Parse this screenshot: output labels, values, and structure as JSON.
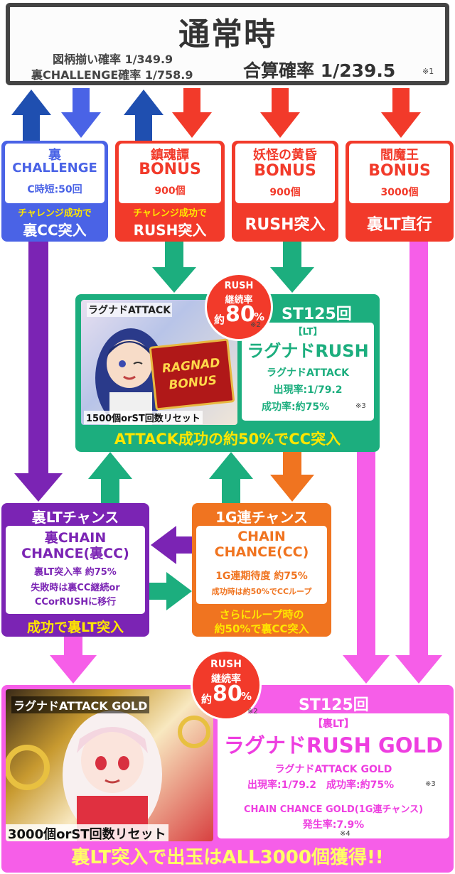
{
  "top": {
    "title": "通常時",
    "line1": "図柄揃い確率 1/349.9",
    "line2": "裏CHALLENGE確率 1/758.9",
    "combined": "合算確率 1/239.5",
    "note": "※1"
  },
  "boxes": {
    "challenge": {
      "line1": "裏",
      "line2": "CHALLENGE",
      "line3": "C時短:50回",
      "footer1": "チャレンジ成功で",
      "footer2": "裏CC突入"
    },
    "chinkon": {
      "line1": "鎮魂譚",
      "line2": "BONUS",
      "line3": "900個",
      "footer1": "チャレンジ成功で",
      "footer2": "RUSH突入"
    },
    "youkai": {
      "line1": "妖怪の黄昏",
      "line2": "BONUS",
      "line3": "900個",
      "footer": "RUSH突入"
    },
    "enma": {
      "line1": "閻魔王",
      "line2": "BONUS",
      "line3": "3000個",
      "footer": "裏LT直行"
    }
  },
  "rush": {
    "image_label": "ラグナドATTACK",
    "image_logo": "RAGNAD BONUS",
    "image_caption": "1500個orST回数リセット",
    "badge_line1": "RUSH",
    "badge_line2": "継続率",
    "badge_prefix": "約",
    "badge_value": "80",
    "badge_unit": "%",
    "badge_note": "※2",
    "st": "ST125回",
    "tag": "【LT】",
    "name": "ラグナドRUSH",
    "attack": "ラグナドATTACK",
    "rate": "出現率:1/79.2",
    "success": "成功率:約75%",
    "success_note": "※3",
    "footer": "ATTACK成功の約50%でCC突入"
  },
  "ura_lt_chance": {
    "header": "裏LTチャンス",
    "title1": "裏CHAIN",
    "title2": "CHANCE(裏CC)",
    "rate": "裏LT突入率 約75%",
    "fail1": "失敗時は裏CC継続or",
    "fail2": "CCorRUSHに移行",
    "footer": "成功で裏LT突入"
  },
  "one_g_chance": {
    "header": "1G連チャンス",
    "title1": "CHAIN",
    "title2": "CHANCE(CC)",
    "rate": "1G連期待度 約75%",
    "loop": "成功時は約50%でCCループ",
    "footer1": "さらにループ時の",
    "footer2": "約50%で裏CC突入"
  },
  "gold": {
    "image_label": "ラグナドATTACK GOLD",
    "image_caption": "3000個orST回数リセット",
    "badge_line1": "RUSH",
    "badge_line2": "継続率",
    "badge_prefix": "約",
    "badge_value": "80",
    "badge_unit": "%",
    "badge_note": "※2",
    "st": "ST125回",
    "tag": "【裏LT】",
    "name": "ラグナドRUSH GOLD",
    "attack": "ラグナドATTACK GOLD",
    "rate_success": "出現率:1/79.2　成功率:約75%",
    "rate_note": "※3",
    "chain": "CHAIN CHANCE GOLD(1G連チャンス)",
    "chain_rate": "発生率:7.9%",
    "chain_note": "※4",
    "footer": "裏LT突入で出玉はALL3000個獲得!!"
  },
  "colors": {
    "blue": "#4a63e6",
    "dark_blue": "#1f4fb0",
    "red": "#f23a2a",
    "green": "#1cae7e",
    "purple": "#7b24b4",
    "orange": "#f07420",
    "pink": "#f65ee8",
    "gray": "#444444"
  }
}
